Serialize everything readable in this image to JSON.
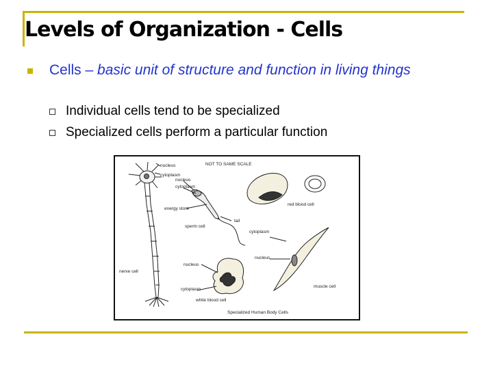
{
  "slide": {
    "title": "Levels of Organization - Cells",
    "main_bullet": {
      "term": "Cells",
      "dash": " – ",
      "definition": "basic unit of structure and function in living things"
    },
    "sub_bullets": [
      "Individual cells tend to be specialized",
      "Specialized cells perform a particular function"
    ],
    "colors": {
      "accent": "#c9b400",
      "bullet_text": "#2233cc"
    }
  },
  "figure": {
    "note": "NOT TO SAME SCALE",
    "caption": "Specialized Human Body Cells",
    "labels": {
      "nerve_nucleus": "nucleus",
      "nerve_cytoplasm": "cytoplasm",
      "nerve_cell": "nerve cell",
      "sperm_nucleus": "nucleus",
      "sperm_cytoplasm": "cytoplasm",
      "energy_store": "energy store",
      "tail": "tail",
      "sperm_cell": "sperm cell",
      "red_blood_cell": "red blood cell",
      "muscle_cytoplasm": "cytoplasm",
      "muscle_nucleus": "nucleus",
      "muscle_cell": "muscle cell",
      "wbc_nucleus": "nucleus",
      "wbc_cytoplasm": "cytoplasm",
      "white_blood_cell": "white blood cell"
    }
  }
}
